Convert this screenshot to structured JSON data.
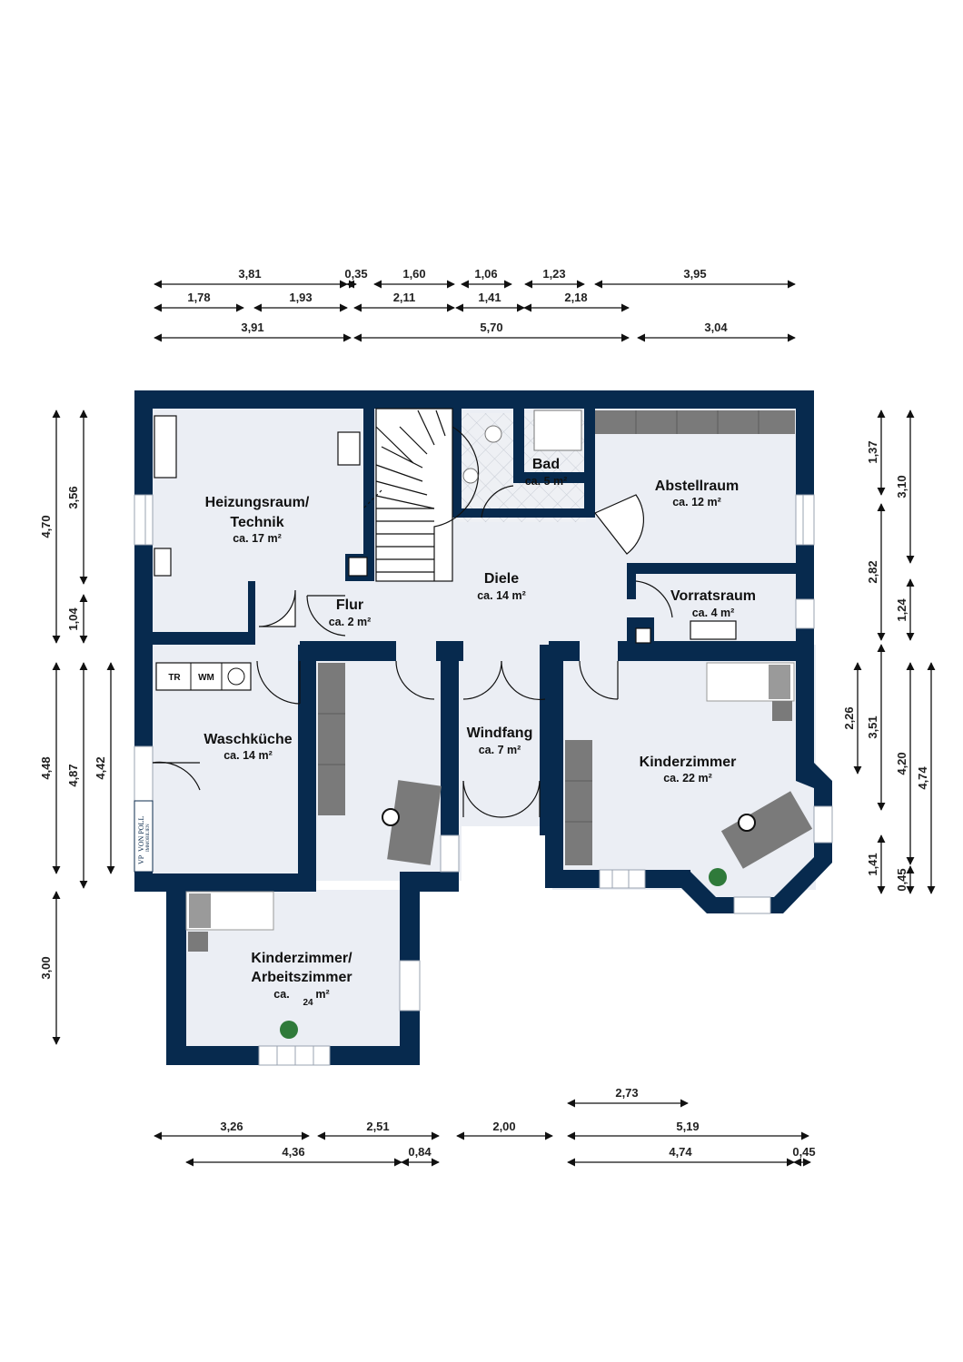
{
  "colors": {
    "wall": "#072a4e",
    "floor": "#ebeef4",
    "dimension": "#111111",
    "furniture": "#7a7a7a"
  },
  "rooms": [
    {
      "name": "Heizungsraum/",
      "name2": "Technik",
      "area": "ca. 17 m²"
    },
    {
      "name": "Bad",
      "area": "ca. 5 m²"
    },
    {
      "name": "Abstellraum",
      "area": "ca. 12 m²"
    },
    {
      "name": "Diele",
      "area": "ca. 14 m²"
    },
    {
      "name": "Flur",
      "area": "ca. 2 m²"
    },
    {
      "name": "Vorratsraum",
      "area": "ca. 4 m²"
    },
    {
      "name": "Waschküche",
      "area": "ca. 14 m²"
    },
    {
      "name": "Windfang",
      "area": "ca. 7 m²"
    },
    {
      "name": "Kinderzimmer",
      "area": "ca. 22 m²"
    },
    {
      "name": "Kinderzimmer/",
      "name2": "Arbeitszimmer",
      "area_prefix": "ca.",
      "area_value": "24",
      "area_unit": "m²"
    }
  ],
  "appliances": {
    "dryer": "TR",
    "washer": "WM"
  },
  "logo": {
    "initials": "VP",
    "name": "VON POLL",
    "sub": "IMMOBILIEN"
  },
  "dims_top": [
    {
      "label": "3,81"
    },
    {
      "label": "0,35"
    },
    {
      "label": "1,60"
    },
    {
      "label": "1,06"
    },
    {
      "label": "1,23"
    },
    {
      "label": "3,95"
    },
    {
      "label": "1,78"
    },
    {
      "label": "1,93"
    },
    {
      "label": "2,11"
    },
    {
      "label": "1,41"
    },
    {
      "label": "2,18"
    },
    {
      "label": "3,91"
    },
    {
      "label": "5,70"
    },
    {
      "label": "3,04"
    }
  ],
  "dims_bottom": [
    {
      "label": "2,73"
    },
    {
      "label": "3,26"
    },
    {
      "label": "2,51"
    },
    {
      "label": "2,00"
    },
    {
      "label": "5,19"
    },
    {
      "label": "4,36"
    },
    {
      "label": "0,84"
    },
    {
      "label": "4,74"
    },
    {
      "label": "0,45"
    }
  ],
  "dims_left": [
    {
      "label": "4,70"
    },
    {
      "label": "3,56"
    },
    {
      "label": "1,04"
    },
    {
      "label": "4,48"
    },
    {
      "label": "4,87"
    },
    {
      "label": "4,42"
    },
    {
      "label": "3,00"
    }
  ],
  "dims_right": [
    {
      "label": "1,37"
    },
    {
      "label": "3,10"
    },
    {
      "label": "2,82"
    },
    {
      "label": "1,24"
    },
    {
      "label": "2,26"
    },
    {
      "label": "3,51"
    },
    {
      "label": "4,20"
    },
    {
      "label": "4,74"
    },
    {
      "label": "1,41"
    },
    {
      "label": "0,45"
    }
  ]
}
